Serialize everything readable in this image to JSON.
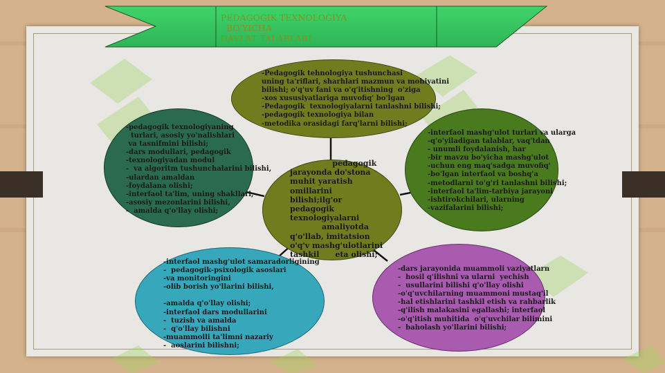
{
  "title": {
    "lines": [
      "PEDAGOGIK TEXNOLOGIYA",
      "  BO'YICHA",
      "DAVLAT TALABLARI"
    ]
  },
  "center": {
    "text": "                pedagogik\njarayonda do'stona\nmuhit yaratish\nomillarini\nbilishi;ilg'or\npedagogik\ntexnologiyalarni\n            amaliyotda\nq'o'llab, imitatsion\no'q'v mashg'ulotlarini\ntashkil      eta olishi;"
  },
  "nodes": {
    "top": {
      "text": "-Pedagogik tehnologiya tushunchasi\nuning ta'riflari, sharhlari mazmun va mohiyatini\nbilishi; o'q'uv fani va o'q'itishning  o'ziga\n-xos xususiyatlariga muvofiq' bo'lgan\n-Pedagogik  texnologiyalarni tanlashni bilishi;\n-pedagogik texnologiya bilan\n-metodika orasidagi farq'larni bilishi;",
      "color": "#6f7d1e"
    },
    "left": {
      "text": "-pedagogik texnologiyaning\n  turlari, asosiy yo'nalishlari\n va tasnifmini bilishi;\n-dars modullari, pedagogik\n-texnologiyadan modul\n-  va algoritm tushunchalarini bilishi,\n-ulardan amaldan\n-foydalana olishi;\n-interfaol ta'lim, uning shakllari,\n-asosiy mezonlarini bilishi,\n-  amalda q'o'llay olishi;",
      "color": "#2a6b50"
    },
    "right": {
      "text": "-interfaol mashg'ulot turlari va ularga\n-q'o'yiladigan talablar, vaq'tdan\n- unumli foydalanish, har\n-bir mavzu bo'yicha mashg'ulot\n-uchun eng maq'sadga muvofiq'\n-bo'lgan interfaol va boshq'a\n-metodlarni to'g'ri tanlashni bilishi;\n-interfaol ta'lim-tarbiya jarayoni\n-ishtirokchilari, ularning\n-vazifalarini bilishi;",
      "color": "#4a7a1e"
    },
    "bottom_left": {
      "text": "-interfaol mashg'ulot samaradorligining\n-  pedagogik-psixologik asoslari\n-va monitoringini\n-olib borish yo'llarini bilishi,\n\n-amalda q'o'llay olishi;\n-interfaol dars modullarini\n-  tuzish va amalda\n-  q'o'llay bilishni\n-muammolli ta'limni nazariy\n-  aoslarini bilishni;",
      "color": "#37a7bb"
    },
    "bottom_right": {
      "text": "-dars jarayonida muammoli vaziyatlarn\n-  hosil q'ilishni va ularni  yechish\n-  usullarini bilishi q'o'llay olishi\n-o'q'uvchilarning muammoni mustaq'il\n-hal etishlarini tashkil etish va rahbarlik\n-q'ilish malakasini egallashi; interfaol\n-o'q'itish muhitida  o'q'uvchilar bilimini\n-  baholash yo'llarini bilishi;",
      "color": "#a95bb0"
    }
  },
  "colors": {
    "banner": "#3fd46a",
    "center_fill": "#6f7d1e",
    "title_text": "#8a8f20",
    "watermark": "#9bd35a"
  }
}
